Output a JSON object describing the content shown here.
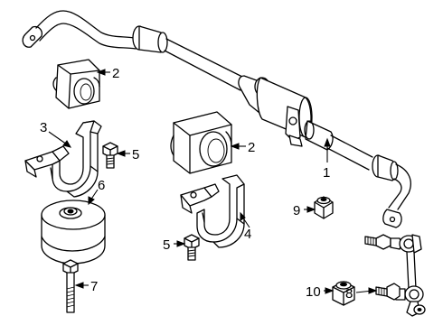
{
  "callouts": {
    "c1": "1",
    "c2a": "2",
    "c2b": "2",
    "c3": "3",
    "c4": "4",
    "c5a": "5",
    "c5b": "5",
    "c6": "6",
    "c7": "7",
    "c8": "8",
    "c9": "9",
    "c10": "10"
  }
}
